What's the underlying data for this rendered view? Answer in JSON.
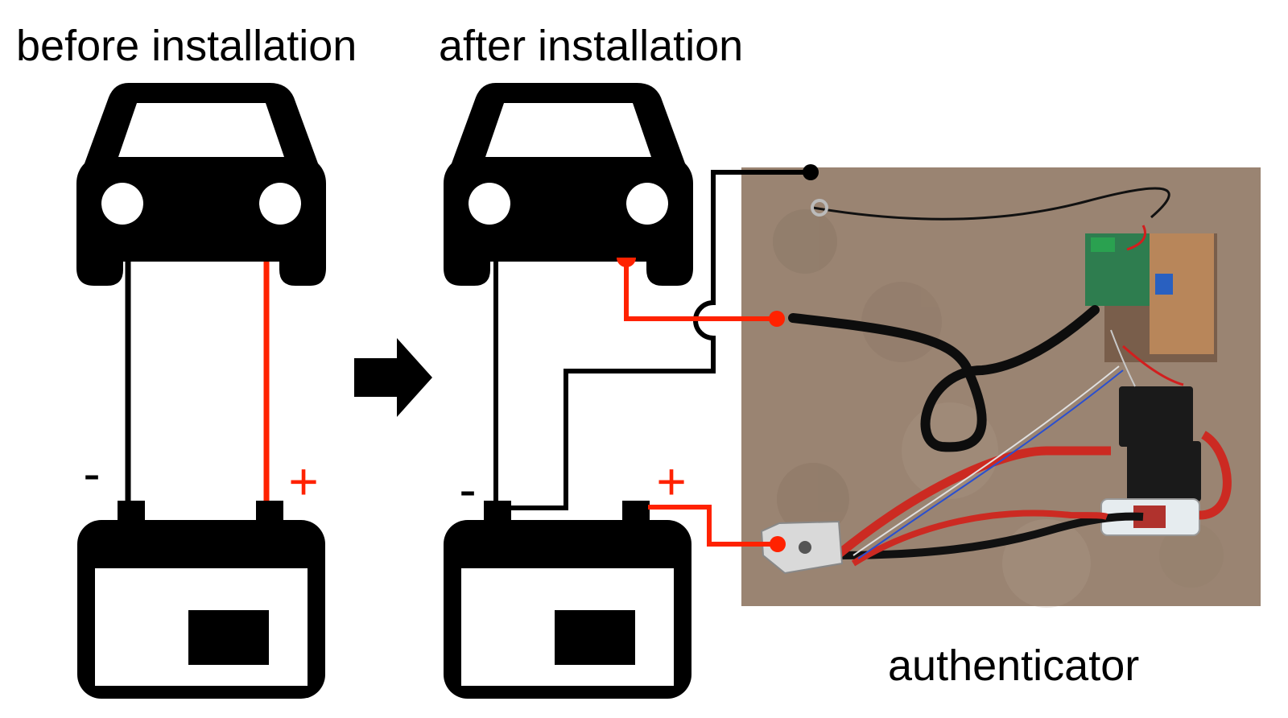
{
  "titles": {
    "before": "before installation",
    "after": "after installation"
  },
  "labels": {
    "authenticator": "authenticator",
    "minus": "-",
    "plus": "+"
  },
  "icons": [
    "car-icon",
    "battery-icon",
    "right-arrow-icon"
  ],
  "colors": {
    "ground_wire": "#000000",
    "positive_wire": "#ff2200",
    "carpet": "#9a8472",
    "board": "#2e7d4f"
  }
}
